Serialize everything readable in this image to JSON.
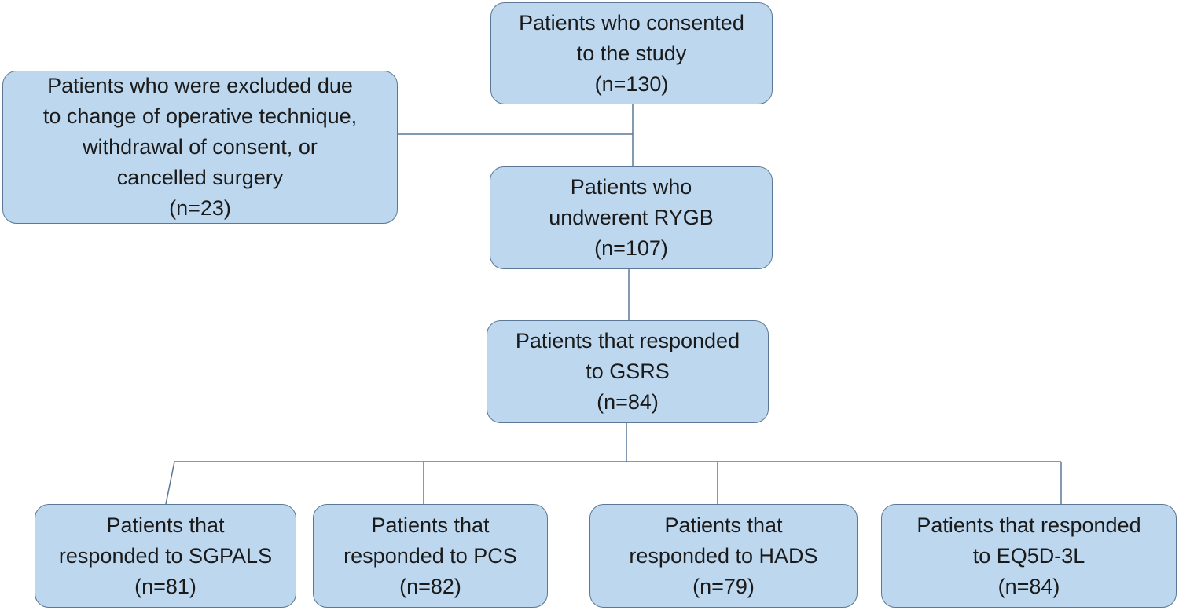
{
  "colors": {
    "box_fill": "#bdd7ee",
    "box_border": "#5b7896",
    "connector": "#5b7896"
  },
  "boxes": {
    "consented": {
      "lines": [
        "Patients who consented",
        "to the study",
        "(n=130)"
      ]
    },
    "excluded": {
      "lines": [
        "Patients who were excluded due",
        "to change of operative technique,",
        "withdrawal of consent, or",
        "cancelled surgery",
        "(n=23)"
      ]
    },
    "rygb": {
      "lines": [
        "Patients who",
        "undwerent RYGB",
        "(n=107)"
      ]
    },
    "gsrs": {
      "lines": [
        "Patients that responded",
        "to GSRS",
        "(n=84)"
      ]
    },
    "sgpals": {
      "lines": [
        "Patients that",
        "responded to SGPALS",
        "(n=81)"
      ]
    },
    "pcs": {
      "lines": [
        "Patients that",
        "responded to PCS",
        "(n=82)"
      ]
    },
    "hads": {
      "lines": [
        "Patients that",
        "responded to HADS",
        "(n=79)"
      ]
    },
    "eq5d": {
      "lines": [
        "Patients that responded",
        "to EQ5D-3L",
        "(n=84)"
      ]
    }
  }
}
